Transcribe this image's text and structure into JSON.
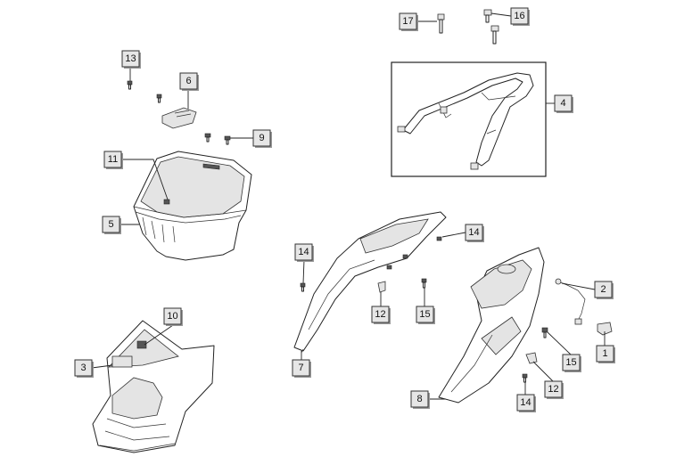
{
  "callouts": [
    {
      "id": "c17",
      "label": "17"
    },
    {
      "id": "c16",
      "label": "16"
    },
    {
      "id": "c13",
      "label": "13"
    },
    {
      "id": "c6",
      "label": "6"
    },
    {
      "id": "c4",
      "label": "4"
    },
    {
      "id": "c9",
      "label": "9"
    },
    {
      "id": "c11",
      "label": "11"
    },
    {
      "id": "c5",
      "label": "5"
    },
    {
      "id": "c14a",
      "label": "14"
    },
    {
      "id": "c14b",
      "label": "14"
    },
    {
      "id": "c2",
      "label": "2"
    },
    {
      "id": "c12a",
      "label": "12"
    },
    {
      "id": "c15a",
      "label": "15"
    },
    {
      "id": "c10",
      "label": "10"
    },
    {
      "id": "c3",
      "label": "3"
    },
    {
      "id": "c7",
      "label": "7"
    },
    {
      "id": "c15b",
      "label": "15"
    },
    {
      "id": "c1",
      "label": "1"
    },
    {
      "id": "c12b",
      "label": "12"
    },
    {
      "id": "c8",
      "label": "8"
    },
    {
      "id": "c14c",
      "label": "14"
    }
  ]
}
